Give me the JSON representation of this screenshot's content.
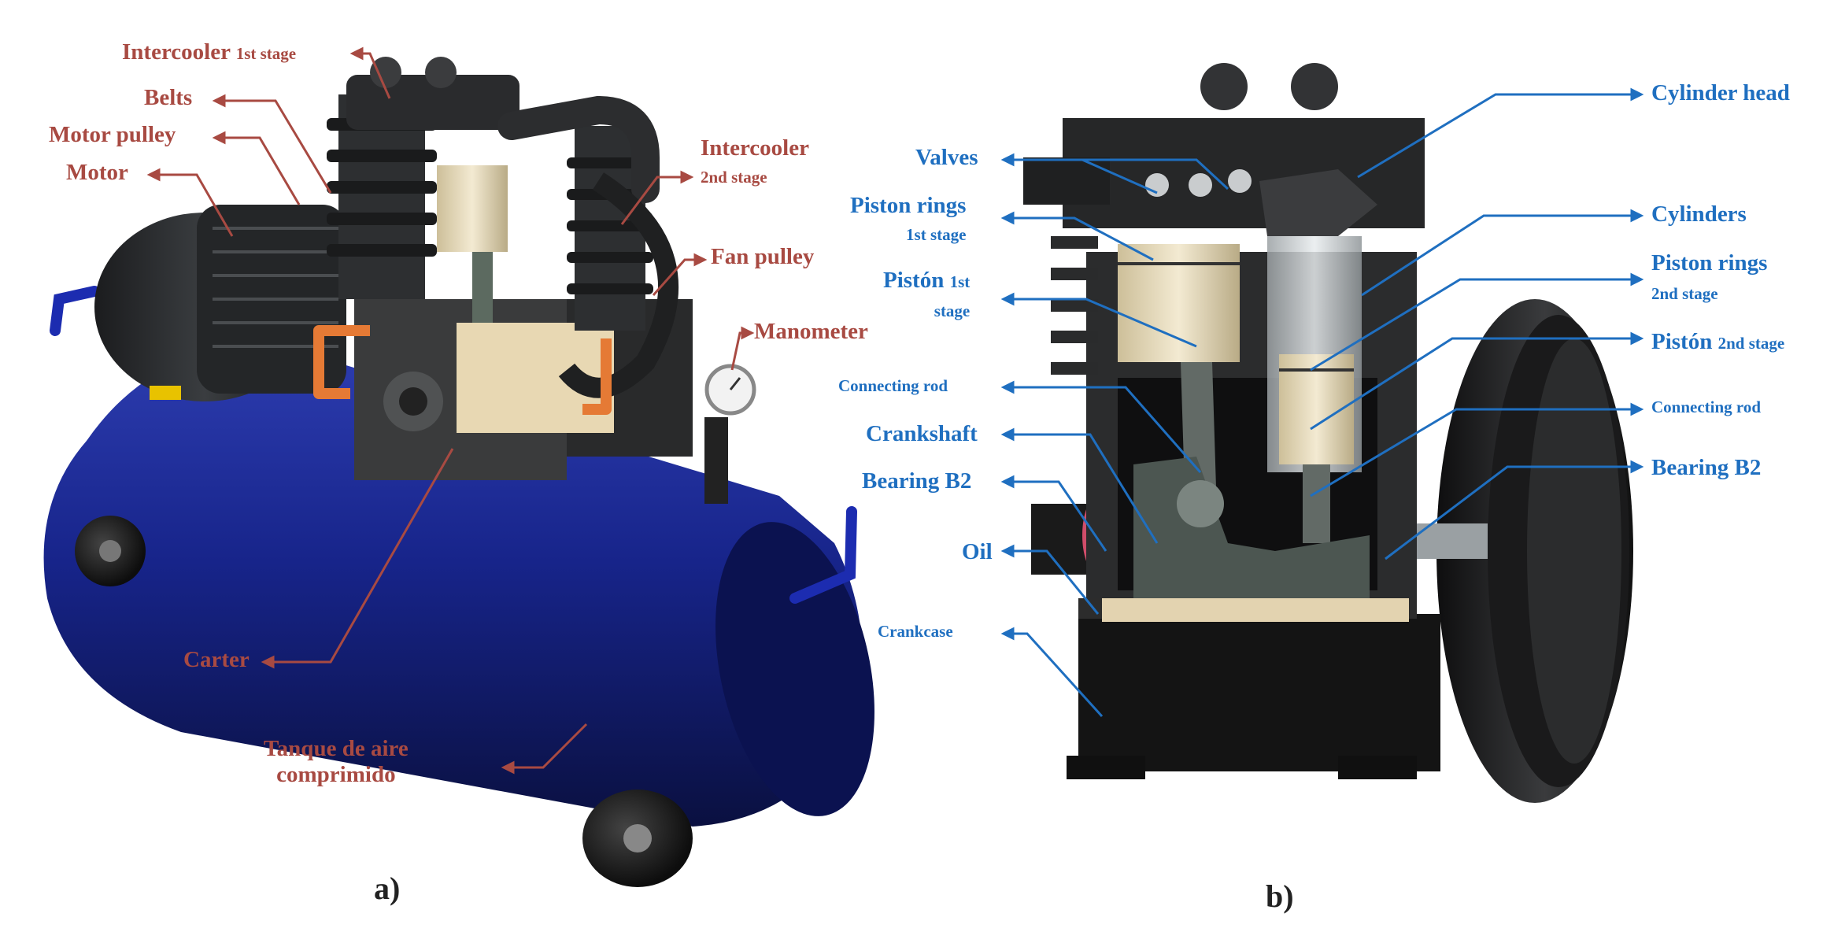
{
  "panel_a": {
    "tag": "a)",
    "labels": {
      "intercooler1": "Intercooler",
      "intercooler1_sub": "1st stage",
      "belts": "Belts",
      "motor_pulley": "Motor pulley",
      "motor": "Motor",
      "intercooler2": "Intercooler",
      "intercooler2_sub": "2nd stage",
      "fan_pulley": "Fan pulley",
      "manometer": "Manometer",
      "carter": "Carter",
      "tank_line1": "Tanque de aire",
      "tank_line2": "comprimido"
    }
  },
  "panel_b": {
    "tag": "b)",
    "labels": {
      "valves": "Valves",
      "piston_rings1": "Piston rings",
      "piston_rings1_sub": "1st stage",
      "piston1": "Pistón",
      "piston1_sub_a": "1st",
      "piston1_sub_b": "stage",
      "connecting_rod_left": "Connecting rod",
      "crankshaft": "Crankshaft",
      "bearing_left": "Bearing B2",
      "oil": "Oil",
      "crankcase": "Crankcase",
      "cylinder_head": "Cylinder head",
      "cylinders": "Cylinders",
      "piston_rings2": "Piston rings",
      "piston_rings2_sub": "2nd stage",
      "piston2": "Pistón",
      "piston2_sub": "2nd stage",
      "connecting_rod_right": "Connecting rod",
      "bearing_right": "Bearing B2"
    }
  },
  "colors": {
    "label_red": "#a84a42",
    "label_blue": "#1f6fc0",
    "tank_blue": "#16237a",
    "machine_dark": "#2a2c2e",
    "oil": "#e3d3b0"
  }
}
